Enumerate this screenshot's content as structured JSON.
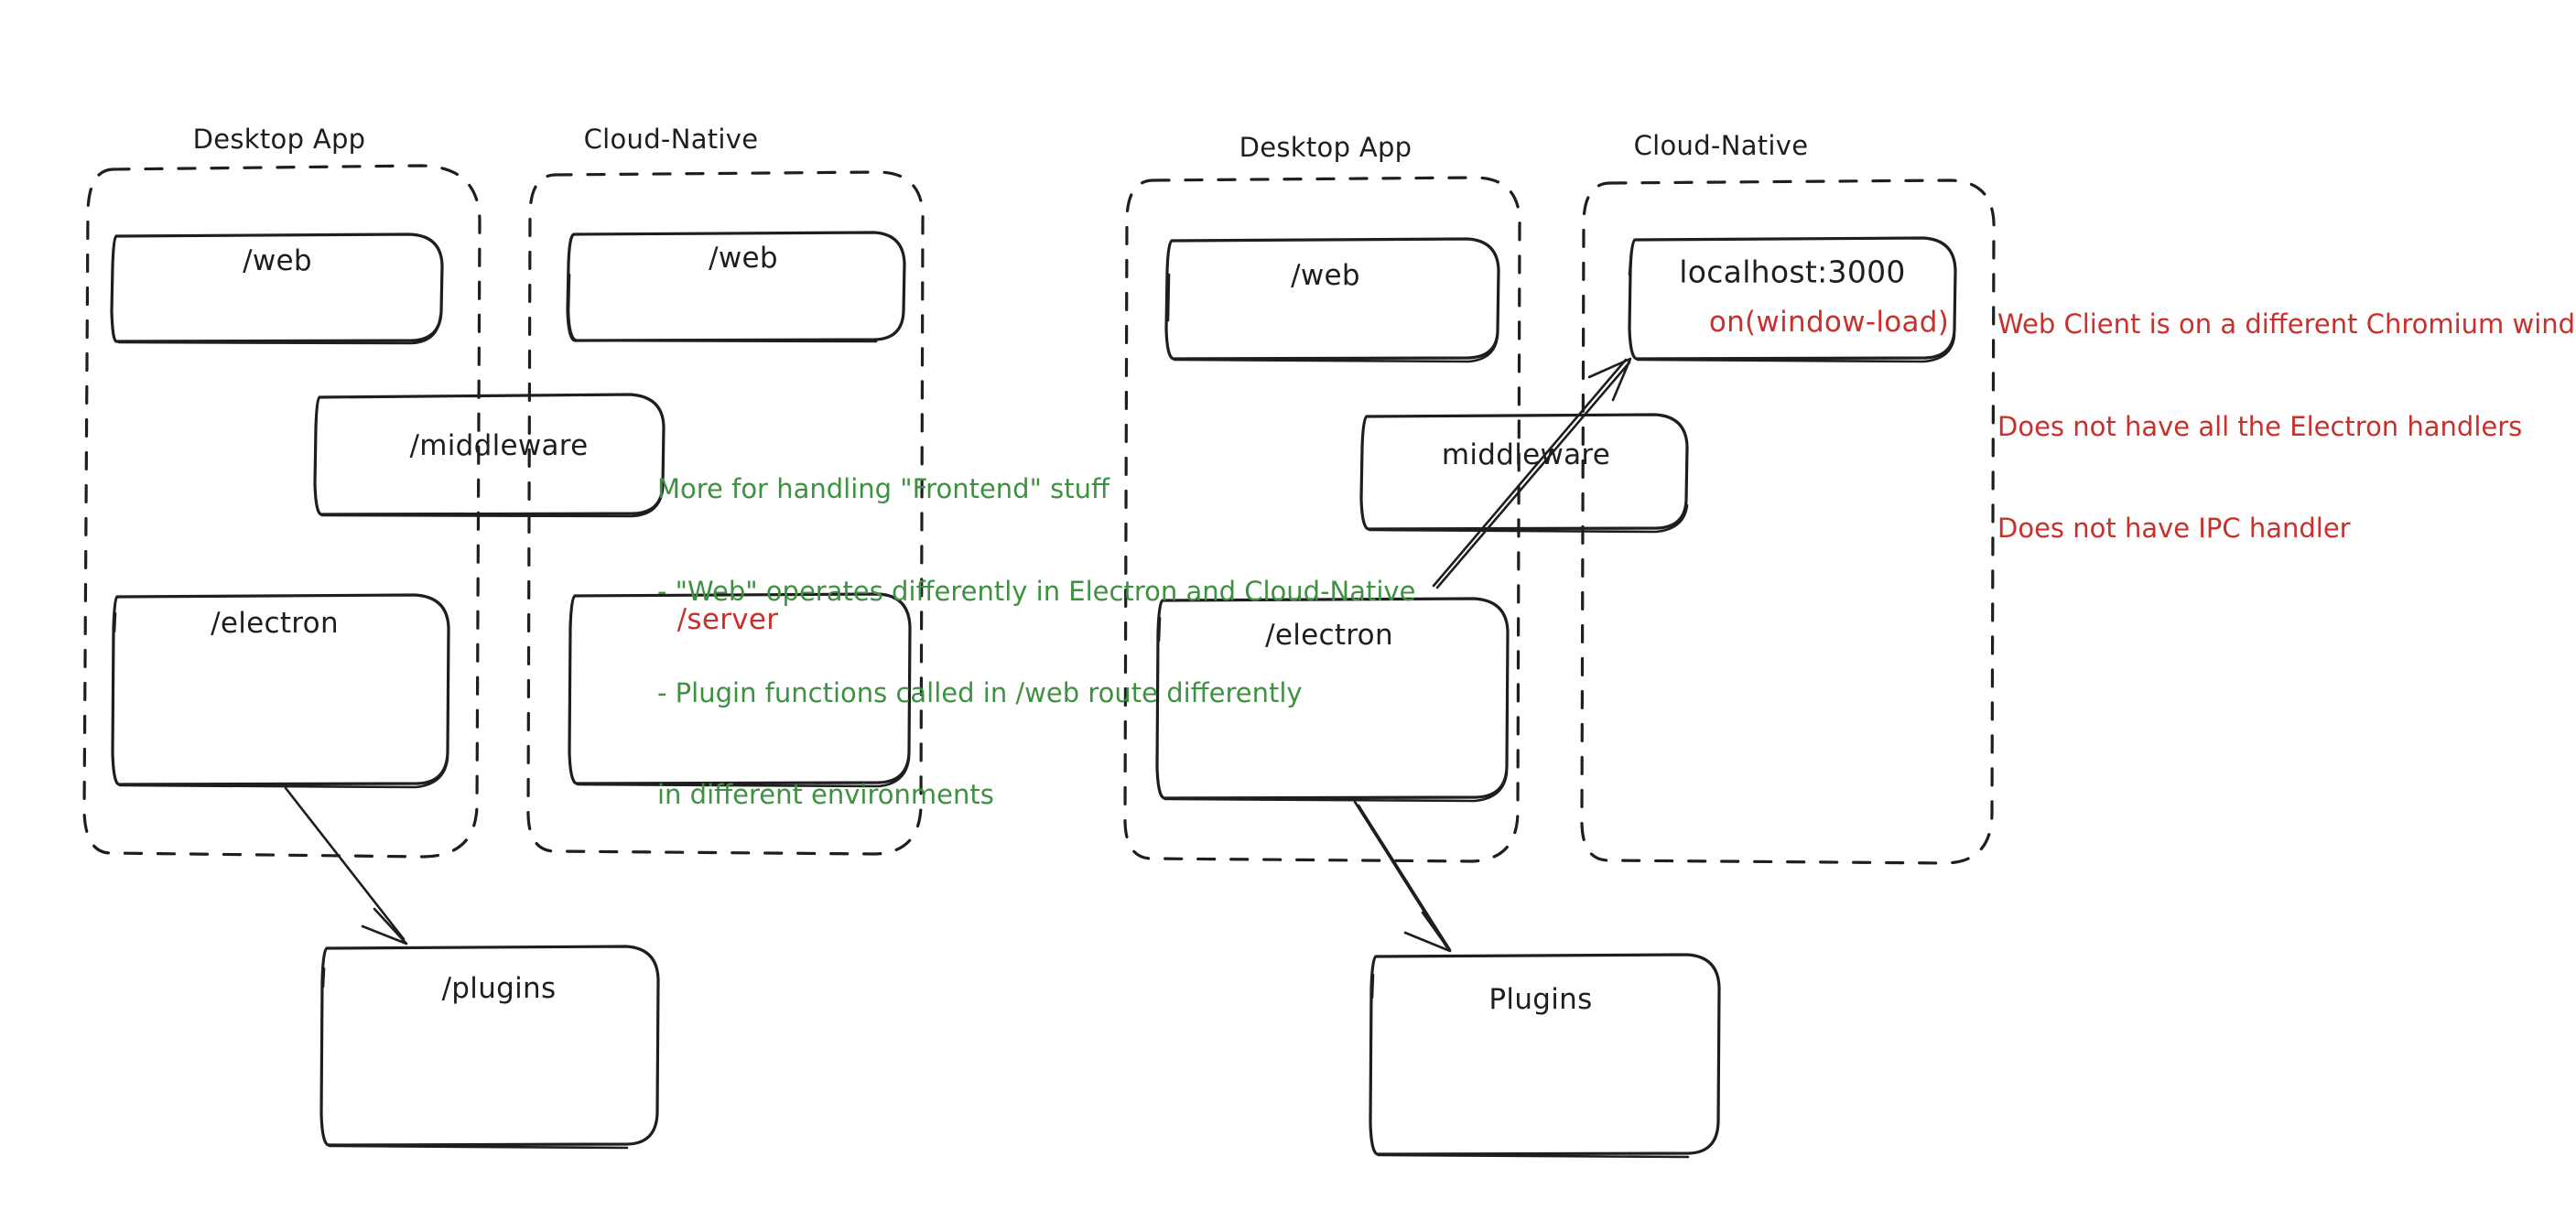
{
  "diagram": {
    "title_colors": {
      "ink": "#1e1e1e",
      "red": "#c9302c",
      "green": "#3f9142",
      "background": "#ffffff"
    },
    "panels": [
      {
        "id": "left-desktop-app",
        "title": "Desktop App",
        "boxes": [
          {
            "id": "left-desktop-web",
            "label": "/web",
            "color": "ink"
          },
          {
            "id": "left-desktop-electron",
            "label": "/electron",
            "color": "ink"
          }
        ]
      },
      {
        "id": "left-cloud-native",
        "title": "Cloud-Native",
        "boxes": [
          {
            "id": "left-cloud-web",
            "label": "/web",
            "color": "ink"
          },
          {
            "id": "left-cloud-server",
            "label": "/server",
            "color": "red"
          }
        ]
      },
      {
        "id": "right-desktop-app",
        "title": "Desktop App",
        "boxes": [
          {
            "id": "right-desktop-web",
            "label": "/web",
            "color": "ink"
          },
          {
            "id": "right-desktop-electron",
            "label": "/electron",
            "color": "ink"
          }
        ]
      },
      {
        "id": "right-cloud-native",
        "title": "Cloud-Native",
        "boxes": [
          {
            "id": "right-cloud-localhost",
            "label": "localhost:3000",
            "color": "ink"
          },
          {
            "id": "right-cloud-localhost-sub",
            "label": "on(window-load)",
            "color": "red"
          }
        ]
      }
    ],
    "shared_boxes": [
      {
        "id": "left-middleware",
        "label": "/middleware",
        "color": "ink"
      },
      {
        "id": "right-middleware",
        "label": "middleware",
        "color": "ink"
      },
      {
        "id": "left-plugins",
        "label": "/plugins",
        "color": "ink"
      },
      {
        "id": "right-plugins",
        "label": "Plugins",
        "color": "ink"
      }
    ],
    "annotations": [
      {
        "id": "green-note",
        "color": "green",
        "lines": [
          "More for handling \"Frontend\" stuff",
          "- \"Web\" operates differently in Electron and Cloud-Native",
          "- Plugin functions called in /web route differently",
          "in different environments"
        ]
      },
      {
        "id": "red-note",
        "color": "red",
        "lines": [
          "Web Client is on a different Chromium window",
          "Does not have all the Electron handlers",
          "Does not have IPC handler"
        ]
      }
    ],
    "arrows": [
      {
        "id": "arrow-left-electron-to-plugins",
        "from": "left-desktop-electron",
        "to": "left-plugins"
      },
      {
        "id": "arrow-right-electron-to-plugins",
        "from": "right-desktop-electron",
        "to": "right-plugins"
      },
      {
        "id": "arrow-right-electron-to-localhost",
        "from": "right-desktop-electron",
        "to": "right-cloud-localhost"
      }
    ]
  }
}
